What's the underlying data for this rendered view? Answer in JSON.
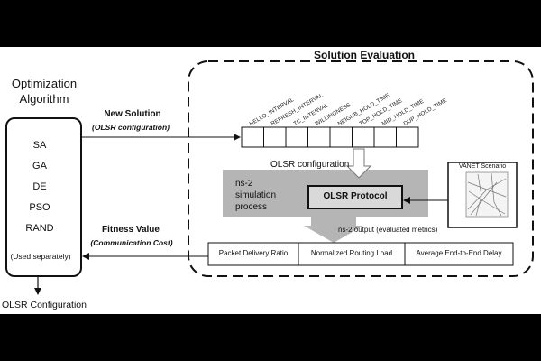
{
  "optimizer": {
    "title_line1": "Optimization",
    "title_line2": "Algorithm",
    "algorithms": [
      "SA",
      "GA",
      "DE",
      "PSO",
      "RAND"
    ],
    "note": "(Used separately)"
  },
  "output_label": "OLSR Configuration",
  "evaluation": {
    "title": "Solution Evaluation",
    "parameters": [
      "HELLO_INTERVAL",
      "REFRESH_INTERVAL",
      "TC_INTERVAL",
      "WILLINGNESS",
      "NEIGHB_HOLD_TIME",
      "TOP_HOLD_TIME",
      "MID_HOLD_TIME",
      "DUP_HOLD_TIME"
    ],
    "config_label": "OLSR configuration",
    "ns2_label_lines": [
      "ns-2",
      "simulation",
      "process"
    ],
    "protocol_label": "OLSR Protocol",
    "scenario_label": "VANET Scenario",
    "output_label": "ns-2 output (evaluated metrics)",
    "metrics": [
      "Packet Delivery Ratio",
      "Normalized Routing Load",
      "Average End-to-End Delay"
    ]
  },
  "arrows": {
    "new_solution": "New Solution",
    "new_solution_sub": "(OLSR configuration)",
    "fitness": "Fitness Value",
    "fitness_sub": "(Communication Cost)"
  },
  "colors": {
    "background": "#000000",
    "canvas": "#ffffff",
    "process_fill": "#b5b5b5",
    "protocol_fill": "#d9d9d9",
    "line": "#111111"
  }
}
